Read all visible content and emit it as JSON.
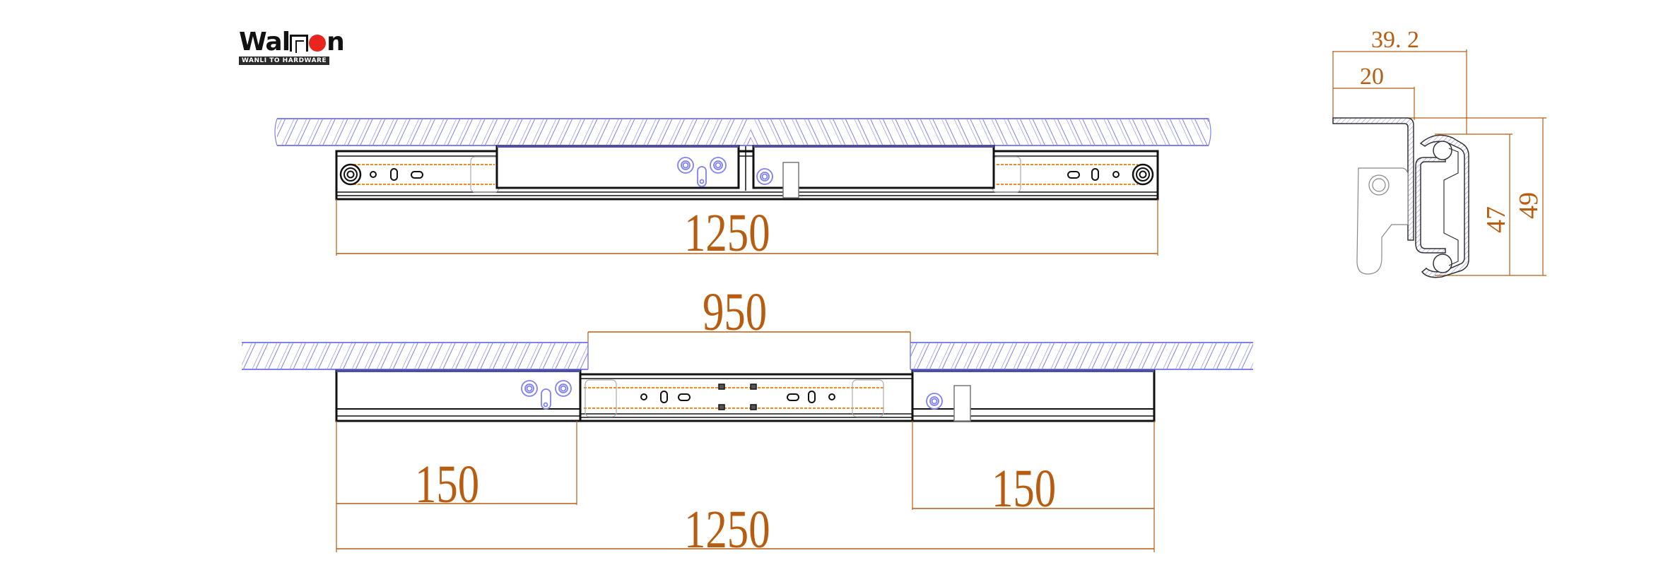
{
  "logo": {
    "brand_prefix": "Wal",
    "brand_suffix": "n",
    "tagline": "WANLI TO HARDWARE"
  },
  "colors": {
    "dimension": "#b85c10",
    "hatch": "#8080f0",
    "outline": "#111111",
    "dotted_track": "#f08a24",
    "logo_red": "#e8251f"
  },
  "views": {
    "closed": {
      "label": "closed-state-side-view",
      "overall_length": "1250"
    },
    "open": {
      "label": "extended-state-side-view",
      "travel": "950",
      "left_overlap": "150",
      "right_overlap": "150",
      "overall_length": "1250"
    },
    "cross_section": {
      "label": "cross-section-view",
      "width_total": "39. 2",
      "width_flange": "20",
      "height_inner": "47",
      "height_outer": "49"
    }
  }
}
